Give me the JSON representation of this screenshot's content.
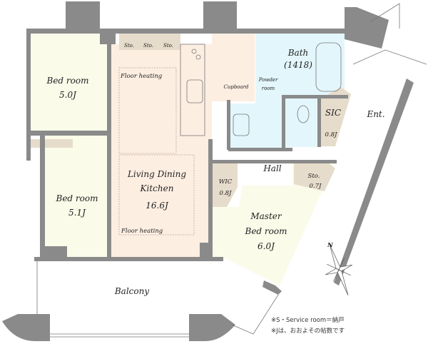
{
  "rooms": {
    "bedroom1": {
      "name": "Bed room",
      "size": "5.0J"
    },
    "bedroom2": {
      "name": "Bed room",
      "size": "5.1J"
    },
    "ldk": {
      "name_line1": "Living Dining",
      "name_line2": "Kitchen",
      "size": "16.6J"
    },
    "master": {
      "name_line1": "Master",
      "name_line2": "Bed room",
      "size": "6.0J"
    },
    "wic": {
      "name": "WIC",
      "size": "0.8J"
    },
    "sic": {
      "name": "SIC",
      "size": "0.8J"
    },
    "sto_small": {
      "name": "Sto.",
      "size": "0.7J"
    },
    "bath": {
      "name": "Bath",
      "size": "(1418)"
    },
    "powder": {
      "line1": "Powder",
      "line2": "room"
    },
    "cupboard": "Cupboard",
    "hall": "Hall",
    "entrance": "Ent.",
    "balcony": "Balcony",
    "storage_labels": [
      "Sto.",
      "Sto.",
      "Sto."
    ]
  },
  "floor_heating": [
    "Floor heating",
    "Floor heating"
  ],
  "compass": "N",
  "notes": [
    "※S・Service room＝納戸",
    "※Jは、おおよその帖数です"
  ],
  "colors": {
    "bedroom": "#fafbe9",
    "ldk": "#fdeee2",
    "wet": "#e3f6fb",
    "storage": "#e6dccb",
    "wall": "#8a8a8a"
  }
}
